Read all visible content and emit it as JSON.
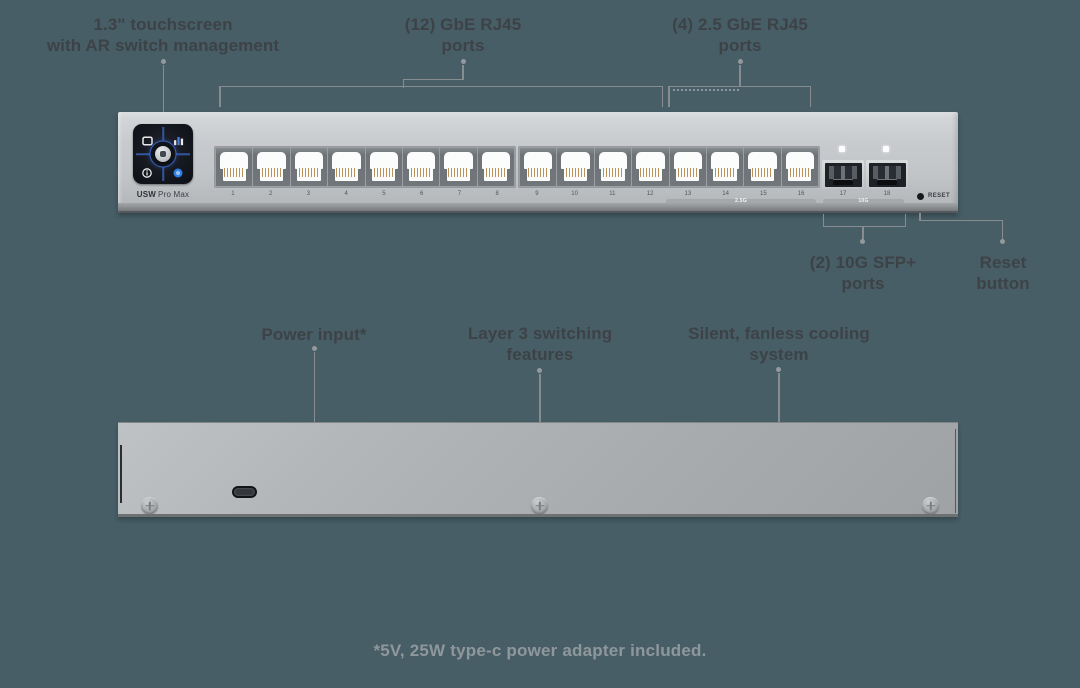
{
  "background": "#475e66",
  "callouts": {
    "touchscreen": {
      "line1": "1.3\" touchscreen",
      "line2": "with AR switch management"
    },
    "gbe_ports": {
      "line1": "(12) GbE RJ45",
      "line2": "ports"
    },
    "gbe25_ports": {
      "line1": "(4) 2.5 GbE RJ45",
      "line2": "ports"
    },
    "sfp_ports": {
      "line1": "(2) 10G SFP+",
      "line2": "ports"
    },
    "reset": {
      "line1": "Reset",
      "line2": "button"
    },
    "power": {
      "line1": "Power input*"
    },
    "layer3": {
      "line1": "Layer 3 switching",
      "line2": "features"
    },
    "cooling": {
      "line1": "Silent, fanless cooling",
      "line2": "system"
    }
  },
  "front_panel": {
    "model_bold": "USW",
    "model_rest": "Pro Max",
    "rj45_port_numbers": [
      "1",
      "2",
      "3",
      "4",
      "5",
      "6",
      "7",
      "8",
      "9",
      "10",
      "11",
      "12",
      "13",
      "14",
      "15",
      "16"
    ],
    "sfp_port_numbers": [
      "17",
      "18"
    ],
    "speed_bar_2_5g": "2.5G",
    "speed_bar_10g": "10G",
    "reset_label": "RESET"
  },
  "footnote": "*5V, 25W type-c power adapter included.",
  "colors": {
    "background": "#475e66",
    "label_text": "#3d4247",
    "footnote_text": "#8f979c",
    "callout_line": "#878c90",
    "chassis_light": "#c8cbce",
    "screen_background": "#14171d",
    "screen_accent_blue": "#3a62c8",
    "led_white": "#fdfdfd",
    "pin_gold": "#bd9258"
  }
}
